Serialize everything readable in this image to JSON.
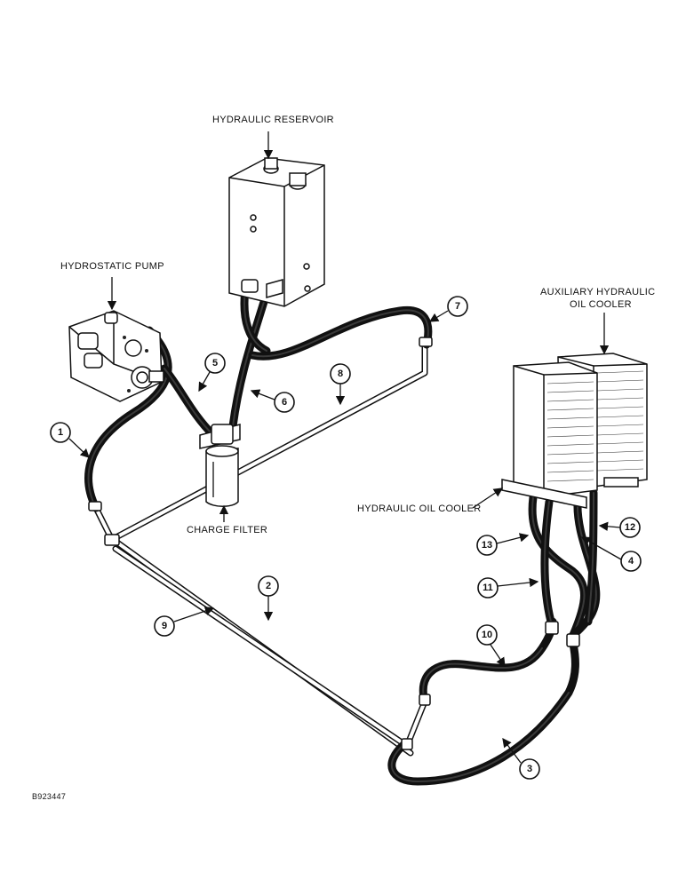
{
  "labels": {
    "hydraulic_reservoir": "HYDRAULIC RESERVOIR",
    "hydrostatic_pump": "HYDROSTATIC PUMP",
    "auxiliary_cooler_line1": "AUXILIARY HYDRAULIC",
    "auxiliary_cooler_line2": "OIL COOLER",
    "charge_filter": "CHARGE FILTER",
    "hydraulic_oil_cooler": "HYDRAULIC OIL COOLER"
  },
  "callouts": {
    "c1": "1",
    "c2": "2",
    "c3": "3",
    "c4": "4",
    "c5": "5",
    "c6": "6",
    "c7": "7",
    "c8": "8",
    "c9": "9",
    "c10": "10",
    "c11": "11",
    "c12": "12",
    "c13": "13"
  },
  "figure_id": "B923447"
}
